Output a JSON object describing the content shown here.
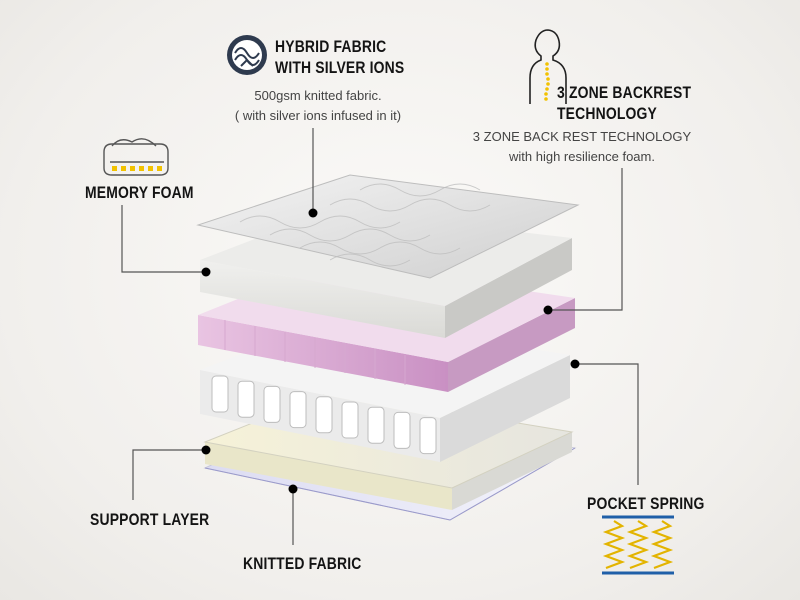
{
  "labels": {
    "hybrid_fabric": [
      "HYBRID FABRIC",
      "WITH SILVER IONS"
    ],
    "hybrid_desc": [
      "500gsm knitted fabric.",
      "( with silver ions infused in it)"
    ],
    "backrest": [
      "3 ZONE BACKREST",
      "TECHNOLOGY"
    ],
    "backrest_desc": [
      "3 ZONE BACK REST TECHNOLOGY",
      "with high resilience foam."
    ],
    "memory_foam": "MEMORY FOAM",
    "pocket_spring": "POCKET SPRING",
    "support_layer": "SUPPORT LAYER",
    "knitted_fabric": "KNITTED FABRIC"
  },
  "icons": [
    "silver-ions-badge-icon",
    "human-spine-icon",
    "memory-foam-icon",
    "coil-springs-icon"
  ],
  "colors": {
    "accent_yellow": "#f2c200",
    "spring_blue": "#1f5fa8",
    "foam_pink": "#e3b8dc",
    "leader_line": "#555555"
  }
}
